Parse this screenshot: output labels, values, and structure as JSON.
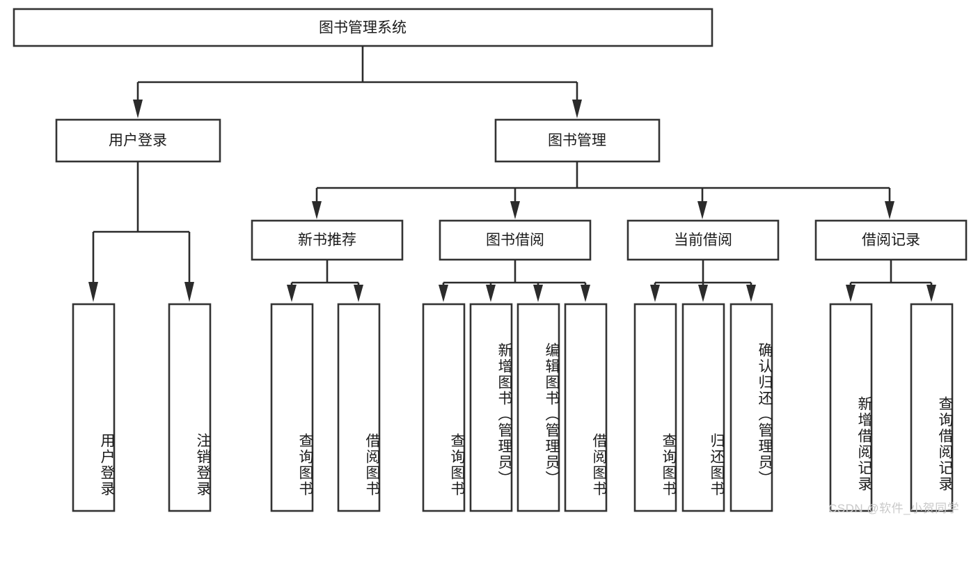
{
  "diagram": {
    "type": "tree",
    "title": "图书管理系统",
    "orientation": "top-down",
    "colors": {
      "box_fill": "#ffffff",
      "box_stroke": "#333333",
      "connector": "#2b2b2b",
      "text": "#1b1b1b",
      "watermark": "#c9c9c9",
      "background": "#ffffff"
    },
    "root": {
      "label": "图书管理系统"
    },
    "level2": [
      {
        "label": "用户登录"
      },
      {
        "label": "图书管理"
      }
    ],
    "level3": [
      {
        "label": "新书推荐"
      },
      {
        "label": "图书借阅"
      },
      {
        "label": "当前借阅"
      },
      {
        "label": "借阅记录"
      }
    ],
    "leaves": {
      "user_login": [
        {
          "label": "用户登录"
        },
        {
          "label": "注销登录"
        }
      ],
      "new_book_recommend": [
        {
          "label": "查询图书"
        },
        {
          "label": "借阅图书"
        }
      ],
      "book_borrow": [
        {
          "label": "查询图书"
        },
        {
          "label": "新增图书（管理员）"
        },
        {
          "label": "编辑图书（管理员）"
        },
        {
          "label": "借阅图书"
        }
      ],
      "current_borrow": [
        {
          "label": "查询图书"
        },
        {
          "label": "归还图书"
        },
        {
          "label": "确认归还（管理员）"
        }
      ],
      "borrow_record": [
        {
          "label": "新增借阅记录"
        },
        {
          "label": "查询借阅记录"
        }
      ]
    }
  },
  "watermark": {
    "text": "CSDN @软件_小贺同学"
  }
}
